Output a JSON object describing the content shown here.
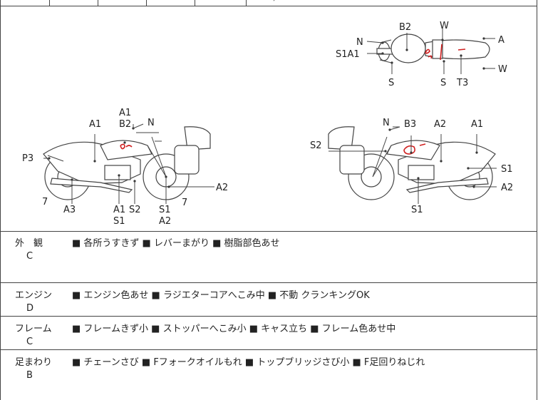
{
  "top_strip": {
    "partial": "…)"
  },
  "top_bike_labels": [
    {
      "key": "t_n",
      "text": "N"
    },
    {
      "key": "t_b2",
      "text": "B2"
    },
    {
      "key": "t_w1",
      "text": "W"
    },
    {
      "key": "t_a",
      "text": "A"
    },
    {
      "key": "t_s1a1",
      "text": "S1A1"
    },
    {
      "key": "t_w2",
      "text": "W"
    },
    {
      "key": "t_s_left",
      "text": "S"
    },
    {
      "key": "t_s_mid",
      "text": "S"
    },
    {
      "key": "t_t3",
      "text": "T3"
    }
  ],
  "left_bike_labels": [
    {
      "key": "l_a1_top",
      "text": "A1"
    },
    {
      "key": "l_b2",
      "text": "B2"
    },
    {
      "key": "l_n",
      "text": "N"
    },
    {
      "key": "l_a1_left",
      "text": "A1"
    },
    {
      "key": "l_p3",
      "text": "P3"
    },
    {
      "key": "l_7a",
      "text": "7"
    },
    {
      "key": "l_a3",
      "text": "A3"
    },
    {
      "key": "l_a1_bot",
      "text": "A1"
    },
    {
      "key": "l_s1_bot",
      "text": "S1"
    },
    {
      "key": "l_s2",
      "text": "S2"
    },
    {
      "key": "l_s1_r",
      "text": "S1"
    },
    {
      "key": "l_a2_bot",
      "text": "A2"
    },
    {
      "key": "l_7b",
      "text": "7"
    },
    {
      "key": "l_a2_r",
      "text": "A2"
    }
  ],
  "right_bike_labels": [
    {
      "key": "r_n",
      "text": "N"
    },
    {
      "key": "r_b3",
      "text": "B3"
    },
    {
      "key": "r_a2_top",
      "text": "A2"
    },
    {
      "key": "r_a1",
      "text": "A1"
    },
    {
      "key": "r_s2",
      "text": "S2"
    },
    {
      "key": "r_s1_r",
      "text": "S1"
    },
    {
      "key": "r_a2_r",
      "text": "A2"
    },
    {
      "key": "r_s1_bot",
      "text": "S1"
    }
  ],
  "rows": [
    {
      "category": "外　観",
      "grade": "C",
      "notes": "■ 各所うすきず ■ レバーまがり ■ 樹脂部色あせ"
    },
    {
      "category": "エンジン",
      "grade": "D",
      "notes": "■ エンジン色あせ ■ ラジエターコアへこみ中 ■ 不動 クランキングOK"
    },
    {
      "category": "フレーム",
      "grade": "C",
      "notes": "■ フレームきず小 ■ ストッパーへこみ小 ■ キャス立ち ■ フレーム色あせ中"
    },
    {
      "category": "足まわり",
      "grade": "B",
      "notes": "■ チェーンさび ■ Fフォークオイルもれ ■ トップブリッジさび小 ■ F足回りねじれ"
    }
  ]
}
